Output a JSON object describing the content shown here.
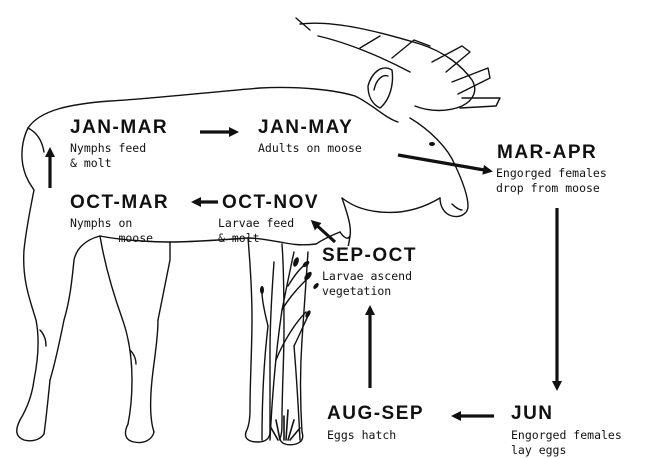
{
  "stages": [
    {
      "id": "jan-mar",
      "period": "JAN-MAR",
      "description": "Nymphs feed\n& molt"
    },
    {
      "id": "jan-may",
      "period": "JAN-MAY",
      "description": "Adults on moose"
    },
    {
      "id": "mar-apr",
      "period": "MAR-APR",
      "description": "Engorged females\ndrop from moose"
    },
    {
      "id": "oct-mar",
      "period": "OCT-MAR",
      "description": "Nymphs on\n       moose"
    },
    {
      "id": "oct-nov",
      "period": "OCT-NOV",
      "description": "Larvae feed\n& molt"
    },
    {
      "id": "sep-oct",
      "period": "SEP-OCT",
      "description": "Larvae ascend\nvegetation"
    },
    {
      "id": "aug-sep",
      "period": "AUG-SEP",
      "description": "Eggs hatch"
    },
    {
      "id": "jun",
      "period": "JUN",
      "description": "Engorged females\nlay eggs"
    }
  ],
  "colors": {
    "ink": "#111111",
    "background": "#ffffff"
  }
}
